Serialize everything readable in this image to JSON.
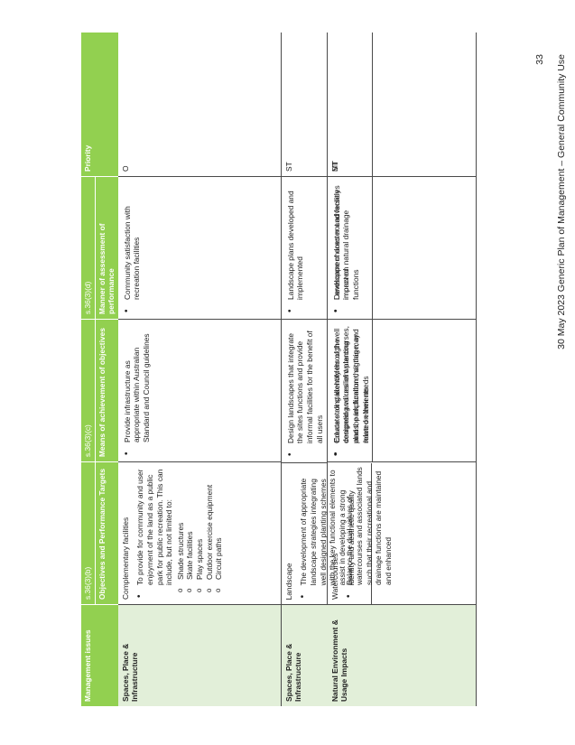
{
  "page_number": "33",
  "footer": "30 May 2023   Generic Plan of Management – General Community Use",
  "headers": [
    {
      "code": "",
      "title": "Management issues"
    },
    {
      "code": "s.36(3)(b)",
      "title": "Objectives and Performance Targets"
    },
    {
      "code": "s.36(3)(c)",
      "title": "Means of achievement of objectives"
    },
    {
      "code": "s.36(3)(d)",
      "title": "Manner of assessment of performance"
    },
    {
      "code": "",
      "title": "Priority"
    }
  ],
  "rows": [
    {
      "issue": "Spaces, Place & Infrastructure",
      "objective_heading": "Complementary facilities",
      "objective_bullet": "To provide for community and user enjoyment of the land as a public park for public recreation. This can include, but not limited to:",
      "objective_subitems": [
        "Shade structures",
        "Skate facilities",
        "Play spaces",
        "Outdoor exercise equipment",
        "Circuit paths"
      ],
      "means": "Provide infrastructure as appropriate within Australian Standard and Council guidelines",
      "assessment": "Community satisfaction with recreation facilities",
      "priority": "O"
    },
    {
      "issue": "Spaces, Place & Infrastructure",
      "objective_heading": "Landscape",
      "objective_bullet": "The development of appropriate landscape strategies integrating well designed planting schemes with the key functional elements to assist in developing a strong identity and aesthetic quality",
      "means": "Design landscapes that integrate the sites functions and provide informal facilities for the benefit of all users",
      "assessment": "Landscape plans developed and implemented",
      "priority": "ST"
    },
    {
      "means": "Create strong identity through well designed and resilient planting plans, park furniture, signage, and related elements",
      "assessment": "Landscape character and facilities improved",
      "priority": "MT"
    },
    {
      "issue": "Natural Environment & Usage Impacts",
      "objective_heading": "Watercourses",
      "objective_bullet": "Balance the dual values of watercourses and associated lands such that their recreational and drainage functions are maintained and enhanced",
      "means": "Educate all stakeholders of the competing values of watercourses, and the implication that this may have on their needs",
      "assessment": "Development does not adversely impact on natural drainage functions",
      "priority": "ST"
    }
  ]
}
